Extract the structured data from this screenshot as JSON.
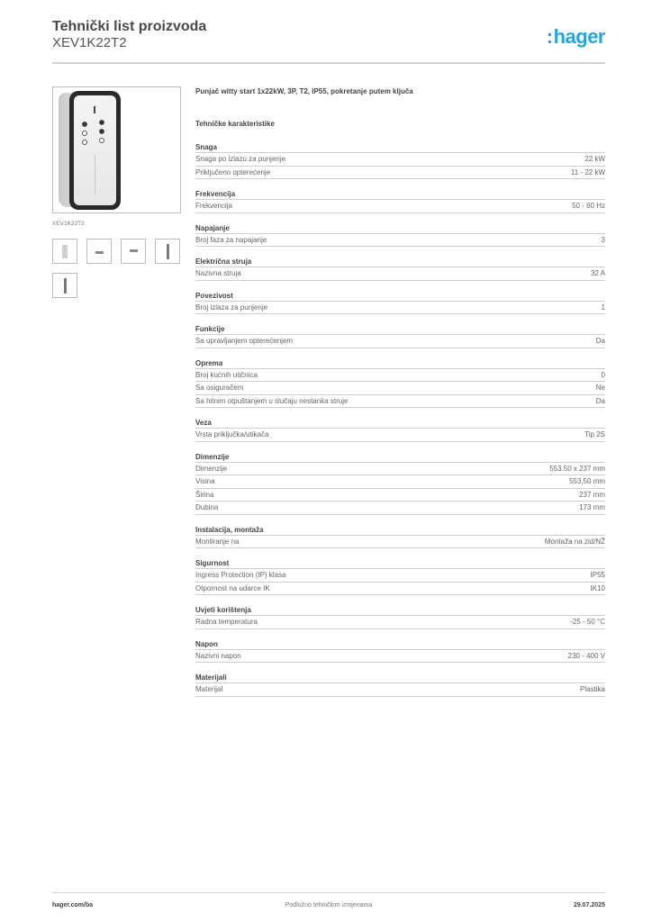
{
  "header": {
    "title": "Tehnički list proizvoda",
    "product_code": "XEV1K22T2",
    "logo_text": "hager",
    "logo_color": "#1ea7e4"
  },
  "gallery": {
    "caption": "XEV1K22T2",
    "thumbnail_count": 5
  },
  "product": {
    "description": "Punjač witty start 1x22kW, 3P, T2, IP55, pokretanje putem ključa",
    "section_title": "Tehničke karakteristike"
  },
  "specs": [
    {
      "heading": "Snaga",
      "rows": [
        {
          "label": "Snaga po izlazu za punjenje",
          "value": "22 kW"
        },
        {
          "label": "Priključeno opterećenje",
          "value": "11 - 22 kW"
        }
      ]
    },
    {
      "heading": "Frekvencija",
      "rows": [
        {
          "label": "Frekvencija",
          "value": "50 - 60 Hz"
        }
      ]
    },
    {
      "heading": "Napajanje",
      "rows": [
        {
          "label": "Broj faza za napajanje",
          "value": "3"
        }
      ]
    },
    {
      "heading": "Električna struja",
      "rows": [
        {
          "label": "Nazivna struja",
          "value": "32 A"
        }
      ]
    },
    {
      "heading": "Povezivost",
      "rows": [
        {
          "label": "Broj izlaza za punjenje",
          "value": "1"
        }
      ]
    },
    {
      "heading": "Funkcije",
      "rows": [
        {
          "label": "Sa upravljanjem opterećenjem",
          "value": "Da"
        }
      ]
    },
    {
      "heading": "Oprema",
      "rows": [
        {
          "label": "Broj kućnih utičnica",
          "value": "0"
        },
        {
          "label": "Sa osiguračem",
          "value": "Ne"
        },
        {
          "label": "Sa hitnim otpuštanjem u slučaju nestanka struje",
          "value": "Da"
        }
      ]
    },
    {
      "heading": "Veza",
      "rows": [
        {
          "label": "Vrsta priključka/utikača",
          "value": "Tip 2S"
        }
      ]
    },
    {
      "heading": "Dimenzije",
      "rows": [
        {
          "label": "Dimenzije",
          "value": "553.50 x 237 mm"
        },
        {
          "label": "Visina",
          "value": "553,50 mm"
        },
        {
          "label": "Širina",
          "value": "237 mm"
        },
        {
          "label": "Dubina",
          "value": "173 mm"
        }
      ]
    },
    {
      "heading": "Instalacija, montaža",
      "rows": [
        {
          "label": "Montiranje na",
          "value": "Montaža na zid/NŽ"
        }
      ]
    },
    {
      "heading": "Sigurnost",
      "rows": [
        {
          "label": "Ingress Protection (IP) klasa",
          "value": "IP55"
        },
        {
          "label": "Otpornost na udarce IK",
          "value": "IK10"
        }
      ]
    },
    {
      "heading": "Uvjeti korištenja",
      "rows": [
        {
          "label": "Radna temperatura",
          "value": "-25 - 50 °C"
        }
      ]
    },
    {
      "heading": "Napon",
      "rows": [
        {
          "label": "Nazivni napon",
          "value": "230 - 400 V"
        }
      ]
    },
    {
      "heading": "Materijali",
      "rows": [
        {
          "label": "Materijal",
          "value": "Plastika"
        }
      ]
    }
  ],
  "footer": {
    "website": "hager.com/ba",
    "notice": "Podložno tehničkim izmjenama",
    "date": "29.07.2025"
  }
}
